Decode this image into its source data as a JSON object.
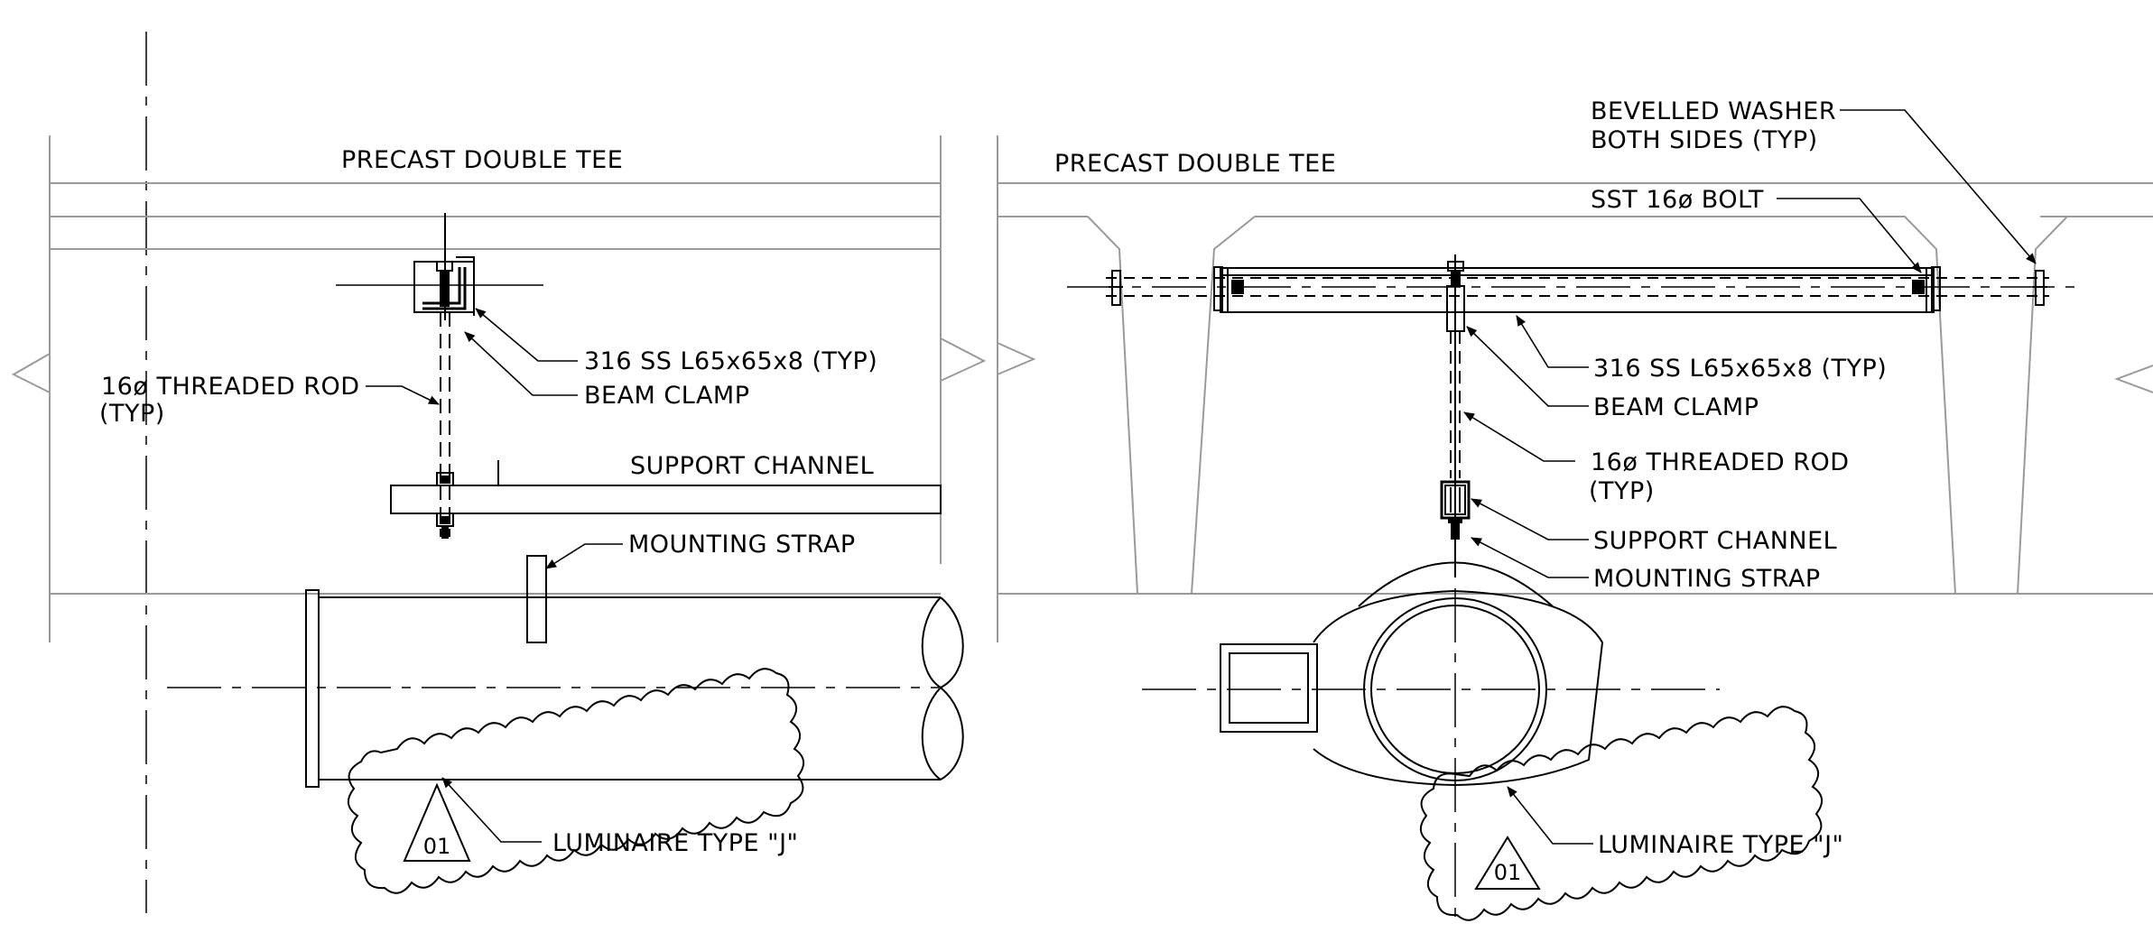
{
  "left_detail": {
    "title": "PRECAST DOUBLE TEE",
    "labels": {
      "angle": "316 SS L65x65x8 (TYP)",
      "rod_line1": "16ø THREADED ROD",
      "rod_line2": "(TYP)",
      "clamp": "BEAM CLAMP",
      "channel": "SUPPORT CHANNEL",
      "strap": "MOUNTING STRAP",
      "luminaire": "LUMINAIRE TYPE \"J\"",
      "tag": "01"
    }
  },
  "right_detail": {
    "title": "PRECAST DOUBLE TEE",
    "labels": {
      "washer_line1": "BEVELLED WASHER",
      "washer_line2": "BOTH SIDES (TYP)",
      "bolt": "SST 16ø BOLT",
      "angle": "316 SS L65x65x8 (TYP)",
      "clamp": "BEAM CLAMP",
      "rod_line1": "16ø THREADED ROD",
      "rod_line2": "(TYP)",
      "channel": "SUPPORT CHANNEL",
      "strap": "MOUNTING STRAP",
      "luminaire": "LUMINAIRE TYPE \"J\"",
      "tag": "01"
    }
  }
}
